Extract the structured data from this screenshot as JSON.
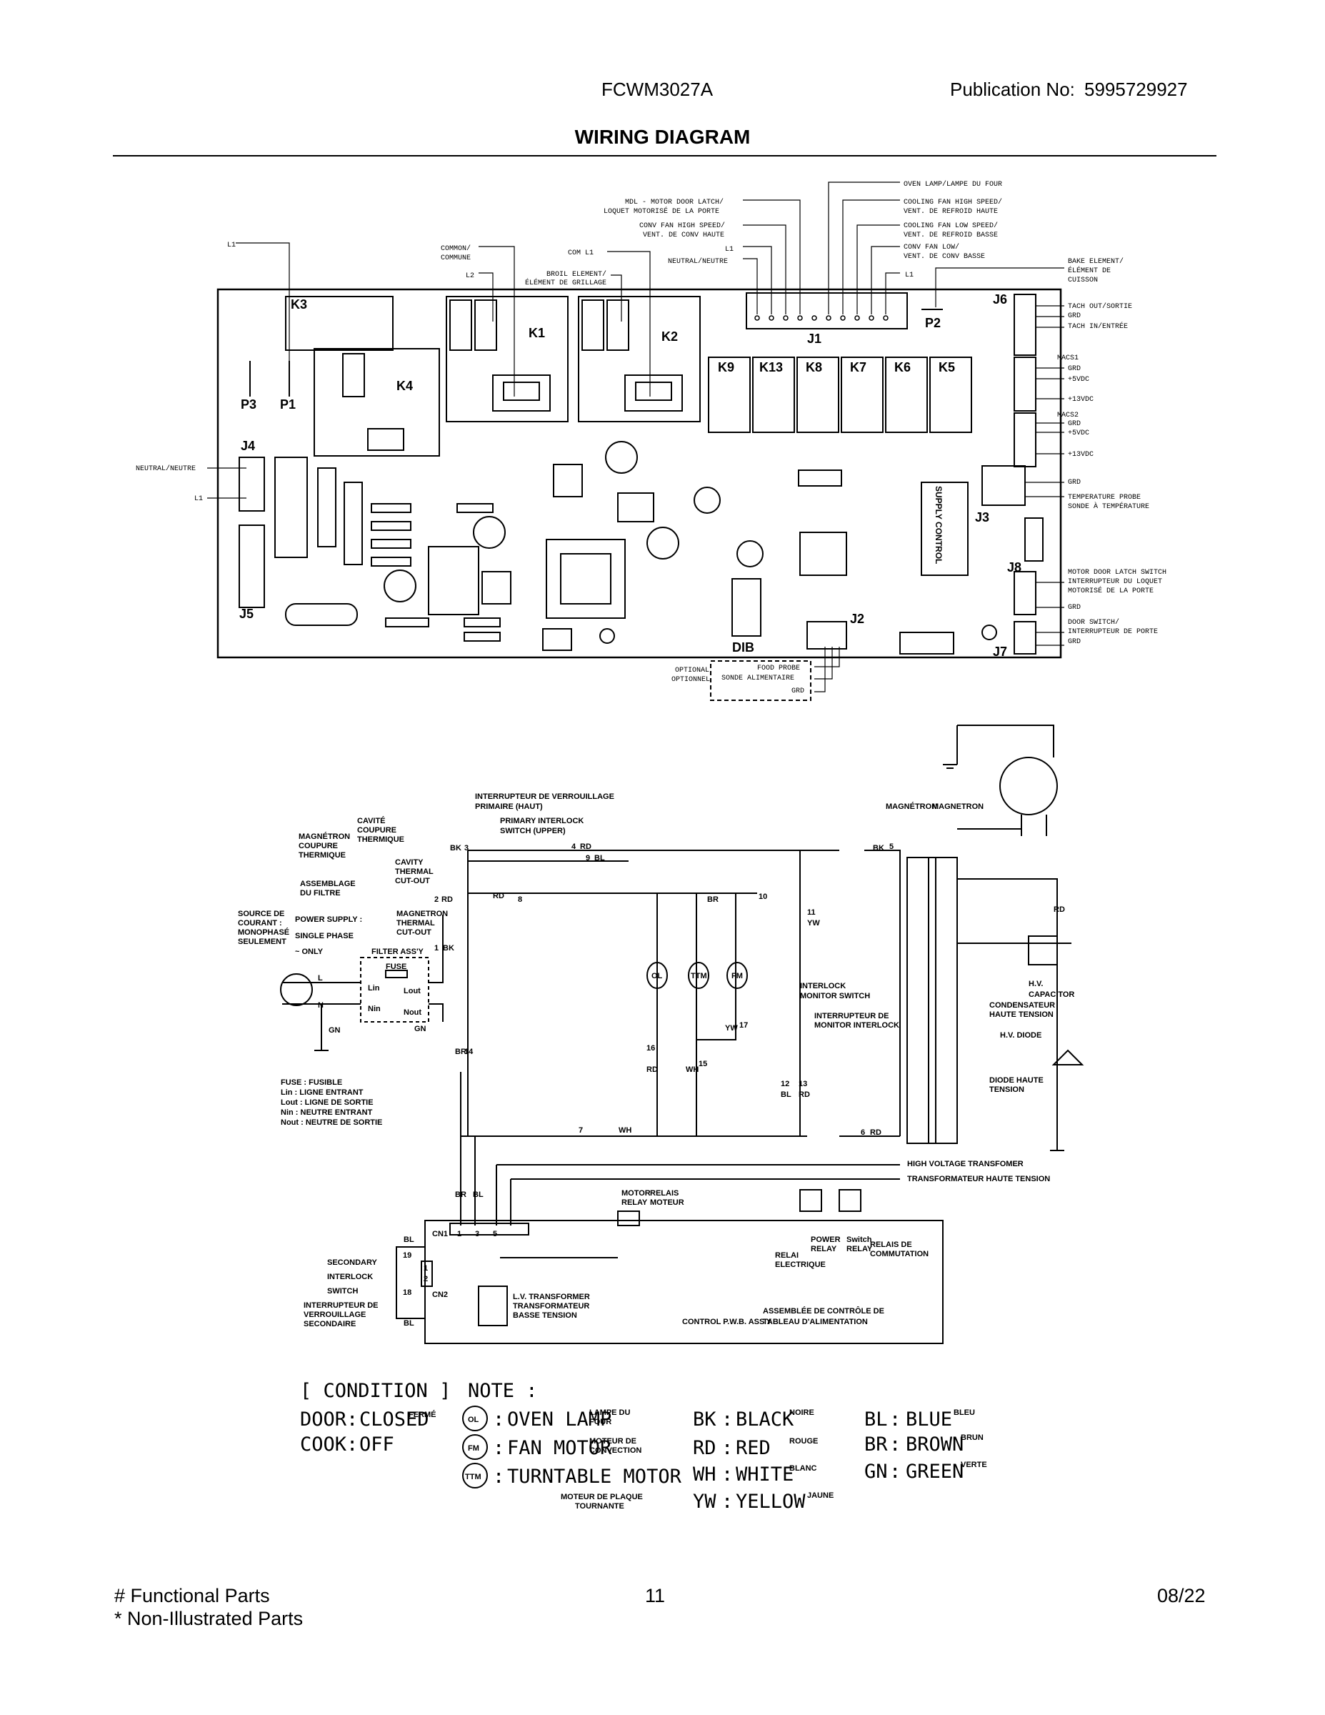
{
  "header": {
    "model": "FCWM3027A",
    "publication_label": "Publication No:",
    "publication_number": "5995729927",
    "title": "WIRING DIAGRAM"
  },
  "board": {
    "relays": [
      "K3",
      "K1",
      "K2",
      "K4",
      "K9",
      "K13",
      "K8",
      "K7",
      "K6",
      "K5"
    ],
    "connectors": [
      "J1",
      "P2",
      "J6",
      "P3",
      "P1",
      "J4",
      "J3",
      "J5",
      "J8",
      "DIB",
      "J2",
      "J7"
    ],
    "supply_label": "SUPPLY CONTROL",
    "top_labels": [
      "OVEN LAMP/LAMPE DU FOUR",
      "MDL - MOTOR DOOR LATCH/",
      "LOQUET MOTORISÉ DE LA PORTE",
      "COOLING FAN HIGH SPEED/",
      "VENT. DE REFROID HAUTE",
      "CONV FAN HIGH SPEED/",
      "VENT. DE CONV HAUTE",
      "COOLING FAN LOW SPEED/",
      "VENT. DE REFROID BASSE",
      "CONV FAN LOW/",
      "VENT. DE CONV BASSE",
      "L1",
      "COMMON/",
      "COMMUNE",
      "COM L1",
      "L1",
      "NEUTRAL/NEUTRE",
      "L2",
      "BROIL ELEMENT/",
      "ÉLÉMENT DE GRILLAGE",
      "L1",
      "BAKE ELEMENT/",
      "ÉLÉMENT DE",
      "CUISSON"
    ],
    "right_labels": [
      "TACH OUT/SORTIE",
      "GRD",
      "TACH IN/ENTRÉE",
      "MACS1",
      "GRD",
      "+5VDC",
      "+13VDC",
      "MACS2",
      "GRD",
      "+5VDC",
      "+13VDC",
      "GRD",
      "TEMPERATURE PROBE",
      "SONDE À TEMPÉRATURE",
      "MOTOR DOOR LATCH SWITCH",
      "INTERRUPTEUR DU LOQUET",
      "MOTORISÉ DE LA PORTE",
      "GRD",
      "DOOR SWITCH/",
      "INTERRUPTEUR DE PORTE",
      "GRD"
    ],
    "left_labels": [
      "NEUTRAL/NEUTRE",
      "L1"
    ],
    "probe_labels": [
      "OPTIONAL",
      "OPTIONNEL",
      "FOOD PROBE",
      "SONDE ALIMENTAIRE",
      "GRD"
    ]
  },
  "schematic": {
    "labels": [
      "INTERRUPTEUR DE VERROUILLAGE",
      "PRIMAIRE (HAUT)",
      "PRIMARY INTERLOCK",
      "SWITCH (UPPER)",
      "CAVITÉ",
      "COUPURE",
      "THERMIQUE",
      "MAGNÉTRON",
      "COUPURE",
      "THERMIQUE",
      "CAVITY",
      "THERMAL",
      "CUT-OUT",
      "ASSEMBLAGE",
      "DU FILTRE",
      "MAGNETRON",
      "THERMAL",
      "CUT-OUT",
      "SOURCE DE",
      "COURANT :",
      "MONOPHASÉ",
      "SEULEMENT",
      "POWER SUPPLY :",
      "SINGLE PHASE",
      "~ ONLY",
      "FILTER ASS'Y",
      "FUSE",
      "MAGNÉTRON",
      "MAGNETRON",
      "H.V.",
      "CAPACITOR",
      "CONDENSATEUR",
      "HAUTE TENSION",
      "H.V. DIODE",
      "DIODE HAUTE",
      "TENSION",
      "INTERLOCK",
      "MONITOR SWITCH",
      "INTERRUPTEUR DE",
      "MONITOR INTERLOCK",
      "HIGH VOLTAGE TRANSFOMER",
      "TRANSFORMATEUR HAUTE TENSION",
      "MOTOR",
      "RELAY",
      "RELAIS",
      "MOTEUR",
      "POWER",
      "RELAY",
      "RELAI",
      "ELECTRIQUE",
      "Switch",
      "RELAY",
      "RELAIS DE",
      "COMMUTATION",
      "SECONDARY",
      "INTERLOCK",
      "SWITCH",
      "INTERRUPTEUR DE",
      "VERROUILLAGE",
      "SECONDAIRE",
      "L.V. TRANSFORMER",
      "TRANSFORMATEUR",
      "BASSE TENSION",
      "ASSEMBLÉE DE CONTRÔLE DE",
      "CONTROL P.W.B. ASS'Y",
      "TABLEAU D'ALIMENTATION"
    ],
    "fuse_legend": [
      "FUSE : FUSIBLE",
      "Lin : LIGNE ENTRANT",
      "Lout : LIGNE DE SORTIE",
      "Nin : NEUTRE ENTRANT",
      "Nout : NEUTRE DE SORTIE"
    ],
    "wire_tags": [
      "BK",
      "3",
      "4",
      "RD",
      "9",
      "BL",
      "2",
      "RD",
      "8",
      "RD",
      "BR",
      "10",
      "YW",
      "11",
      "1",
      "BK",
      "BK",
      "5",
      "RD",
      "YW",
      "17",
      "16",
      "RD",
      "WH",
      "15",
      "BR",
      "14",
      "BL",
      "12",
      "RD",
      "13",
      "7",
      "WH",
      "6",
      "RD",
      "BR",
      "BL",
      "CN1",
      "1",
      "3",
      "5",
      "BL",
      "19",
      "18",
      "BL",
      "1",
      "2",
      "CN2",
      "L",
      "N",
      "GN",
      "Lin",
      "Lout",
      "Nin",
      "Nout",
      "GN",
      "OL",
      "TTM",
      "FM"
    ]
  },
  "legend": {
    "condition_title": "[ CONDITION ]",
    "conditions": [
      {
        "key": "DOOR",
        "sep": ":",
        "value": "CLOSED",
        "fr": "FERMÉ"
      },
      {
        "key": "COOK",
        "sep": ":",
        "value": "OFF",
        "fr": ""
      }
    ],
    "note_title": "NOTE :",
    "notes": [
      {
        "symbol": "OL",
        "sep": ":",
        "label": "OVEN LAMP",
        "fr1": "LAMPE DU",
        "fr2": "FOUR"
      },
      {
        "symbol": "FM",
        "sep": ":",
        "label": "FAN  MOTOR",
        "fr1": "MOTEUR DE",
        "fr2": "CONVECTION"
      },
      {
        "symbol": "TTM",
        "sep": ":",
        "label": "TURNTABLE MOTOR",
        "fr1": "MOTEUR DE PLAQUE",
        "fr2": "TOURNANTE"
      }
    ],
    "colors": [
      {
        "code": "BK",
        "sep": ":",
        "name": "BLACK",
        "fr": "NOIRE"
      },
      {
        "code": "RD",
        "sep": ":",
        "name": "RED",
        "fr": "ROUGE"
      },
      {
        "code": "WH",
        "sep": ":",
        "name": "WHITE",
        "fr": "BLANC"
      },
      {
        "code": "YW",
        "sep": ":",
        "name": "YELLOW",
        "fr": "JAUNE"
      },
      {
        "code": "BL",
        "sep": ":",
        "name": "BLUE",
        "fr": "BLEU"
      },
      {
        "code": "BR",
        "sep": ":",
        "name": "BROWN",
        "fr": "BRUN"
      },
      {
        "code": "GN",
        "sep": ":",
        "name": "GREEN",
        "fr": "VERTE"
      }
    ]
  },
  "footer": {
    "functional": "# Functional Parts",
    "non_illustrated": "* Non-Illustrated Parts",
    "page": "11",
    "date": "08/22"
  }
}
